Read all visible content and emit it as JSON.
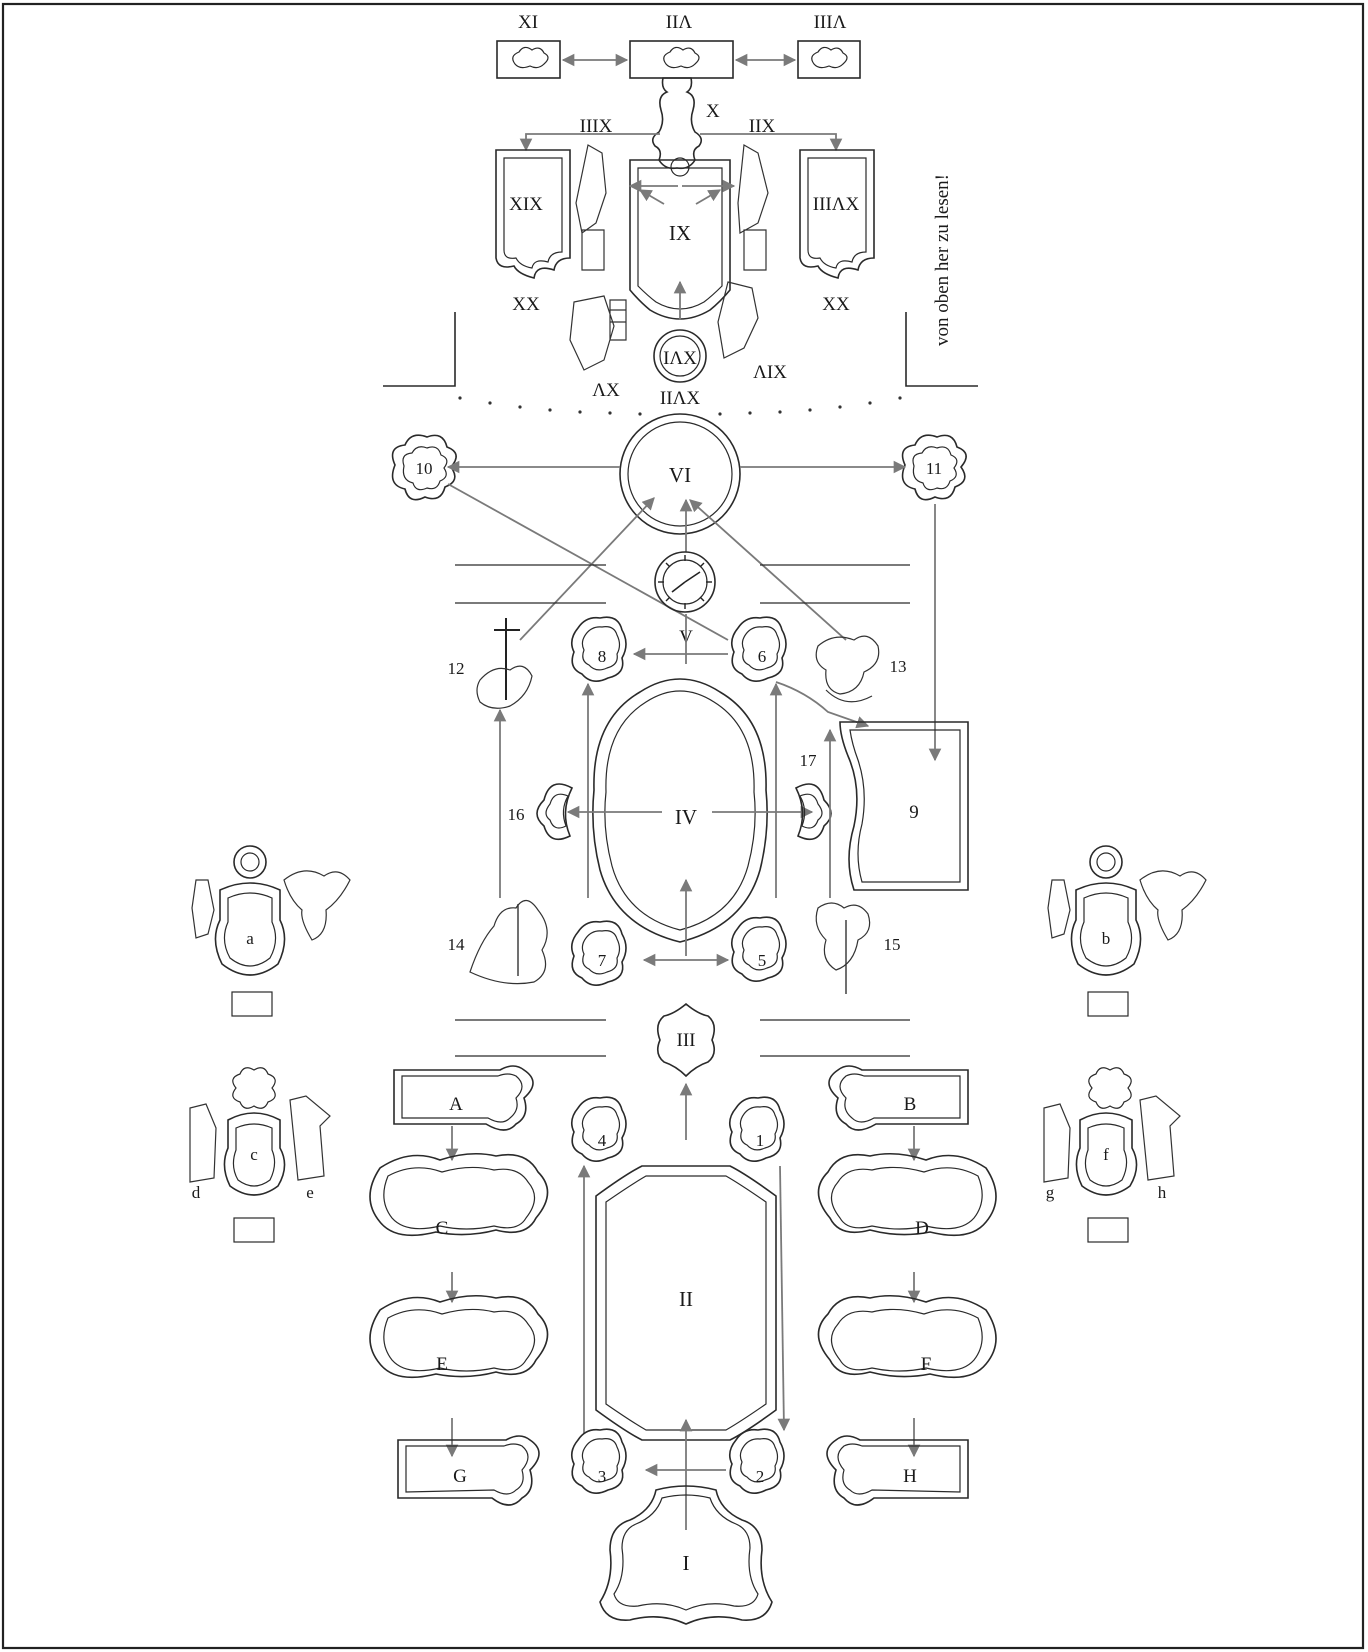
{
  "diagram": {
    "side_note": "von oben her zu lesen!",
    "upper_ceiling": {
      "top_row": [
        "XI",
        "IIΛ",
        "IIIΛ"
      ],
      "x_label": "X",
      "left_upper": "IIIX",
      "right_upper": "IIX",
      "left_panel": "XIX",
      "right_panel": "IIIΛX",
      "center_panel": "IX",
      "left_bottom": "XX",
      "right_bottom": "XX",
      "round_center": "IΛX",
      "round_left": "ΛX",
      "round_right": "ΛIX",
      "round_below": "IIΛX"
    },
    "middle": {
      "vi": "VI",
      "ten": "10",
      "eleven": "11",
      "v": "V",
      "eight": "8",
      "six": "6",
      "twelve": "12",
      "thirteen": "13",
      "nine": "9",
      "seventeen": "17",
      "sixteen": "16",
      "iv": "IV",
      "fourteen": "14",
      "fifteen": "15",
      "seven": "7",
      "five": "5",
      "iii": "III"
    },
    "side_groups": {
      "a": "a",
      "b": "b",
      "c": "c",
      "d": "d",
      "e": "e",
      "f": "f",
      "g": "g",
      "h": "h"
    },
    "lower": {
      "A": "A",
      "B": "B",
      "C": "C",
      "D": "D",
      "E": "E",
      "F": "F",
      "G": "G",
      "H": "H",
      "one": "1",
      "two": "2",
      "three": "3",
      "four": "4",
      "ii": "II",
      "i": "I"
    }
  }
}
